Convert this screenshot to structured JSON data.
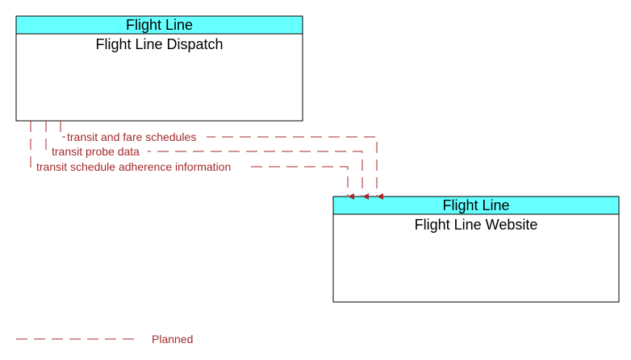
{
  "colors": {
    "header_fill": "#66ffff",
    "box_border": "#000000",
    "flow_line": "#a52a2a",
    "flow_text": "#a52a2a"
  },
  "elements": {
    "dispatch": {
      "header": "Flight Line",
      "title": "Flight Line Dispatch"
    },
    "website": {
      "header": "Flight Line",
      "title": "Flight Line Website"
    }
  },
  "flows": [
    {
      "label": "transit and fare schedules",
      "status": "Planned"
    },
    {
      "label": "transit probe data",
      "status": "Planned"
    },
    {
      "label": "transit schedule adherence information",
      "status": "Planned"
    }
  ],
  "legend": {
    "planned_label": "Planned"
  }
}
